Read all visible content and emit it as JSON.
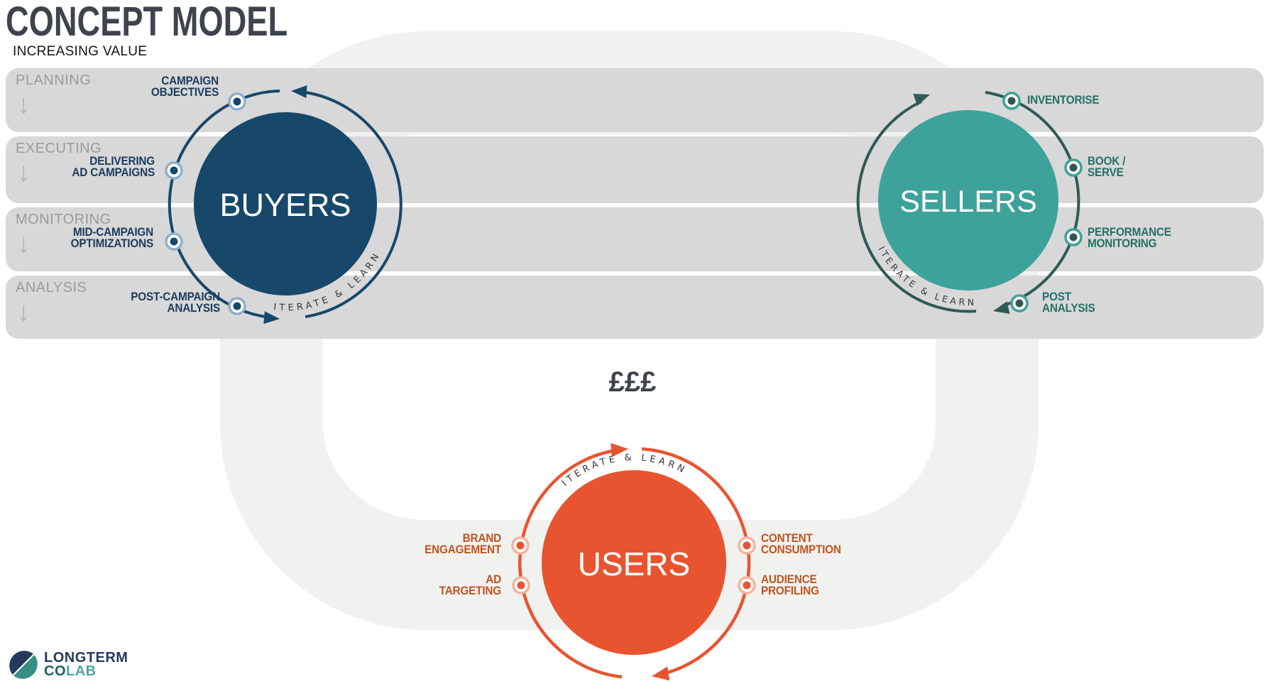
{
  "title": "CONCEPT MODEL",
  "subtitle": "INCREASING VALUE",
  "money_label": "£££",
  "iterate_label": "ITERATE & LEARN",
  "icons": {
    "row_arrow": "↓"
  },
  "rows": [
    {
      "label": "PLANNING"
    },
    {
      "label": "EXECUTING"
    },
    {
      "label": "MONITORING"
    },
    {
      "label": "ANALYSIS"
    }
  ],
  "buyers": {
    "name": "BUYERS",
    "labels": [
      "CAMPAIGN\nOBJECTIVES",
      "DELIVERING\nAD CAMPAIGNS",
      "MID-CAMPAIGN\nOPTIMIZATIONS",
      "POST-CAMPAIGN\nANALYSIS"
    ]
  },
  "sellers": {
    "name": "SELLERS",
    "labels": [
      "INVENTORISE",
      "BOOK /\nSERVE",
      "PERFORMANCE\nMONITORING",
      "POST\nANALYSIS"
    ]
  },
  "users": {
    "name": "USERS",
    "labels": [
      "BRAND\nENGAGEMENT",
      "AD\nTARGETING",
      "CONTENT\nCONSUMPTION",
      "AUDIENCE\nPROFILING"
    ]
  },
  "logo": {
    "line1": "LONGTERM",
    "co": "CO",
    "lab": "LAB"
  },
  "colors": {
    "buyers_fill": "#17486A",
    "sellers_fill": "#3DA29A",
    "users_fill": "#E95430",
    "sellers_orbit": "#2E5A57",
    "buyers_dot_ring": "#8FAECE",
    "sellers_dot_ring": "#3DA29A",
    "users_dot_ring": "#F6B29D",
    "band_gray": "#D8D8D8",
    "loop_gray": "#F1F1F0",
    "title_gray": "#3E434E"
  }
}
